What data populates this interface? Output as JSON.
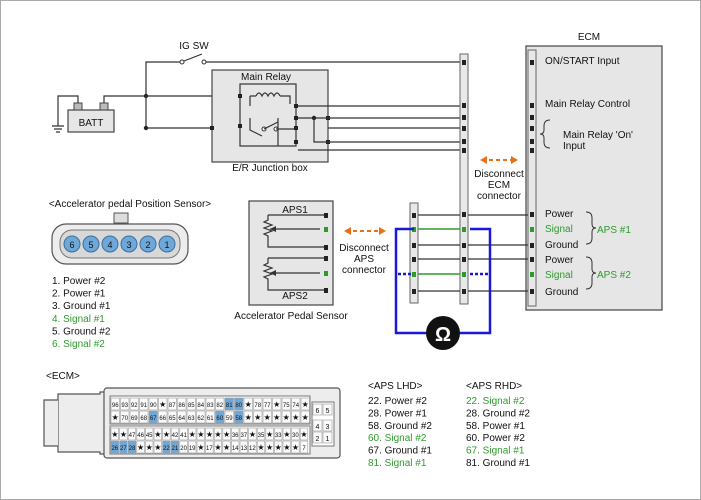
{
  "labels": {
    "ig_sw": "IG SW",
    "batt": "BATT",
    "main_relay": "Main Relay",
    "er_junction_box": "E/R Junction box",
    "ecm_title": "ECM",
    "ecm_on_start": "ON/START Input",
    "ecm_main_relay_control": "Main Relay Control",
    "ecm_main_relay_on_1": "Main Relay 'On'",
    "ecm_main_relay_on_2": "Input",
    "disconnect_ecm_1": "Disconnect",
    "disconnect_ecm_2": "ECM",
    "disconnect_ecm_3": "connector",
    "disconnect_aps_1": "Disconnect",
    "disconnect_aps_2": "APS",
    "disconnect_aps_3": "connector",
    "aps1": "APS1",
    "aps2": "APS2",
    "accelerator_pedal_sensor": "Accelerator Pedal Sensor",
    "aps_connector_title": "<Accelerator pedal Position Sensor>",
    "ecm_connector_title": "<ECM>",
    "aps_1_group": "APS #1",
    "aps_2_group": "APS #2",
    "ohm_symbol": "Ω"
  },
  "ecm_signals": [
    {
      "label": "Power",
      "color": "black"
    },
    {
      "label": "Signal",
      "color": "green"
    },
    {
      "label": "Ground",
      "color": "black"
    },
    {
      "label": "Power",
      "color": "black"
    },
    {
      "label": "Signal",
      "color": "green"
    },
    {
      "label": "Ground",
      "color": "black"
    }
  ],
  "aps_connector_pins": [
    "6",
    "5",
    "4",
    "3",
    "2",
    "1"
  ],
  "aps_pin_list": [
    {
      "text": "1. Power #2",
      "color": "black"
    },
    {
      "text": "2. Power #1",
      "color": "black"
    },
    {
      "text": "3. Ground #1",
      "color": "black"
    },
    {
      "text": "4. Signal #1",
      "color": "green"
    },
    {
      "text": "5. Ground #2",
      "color": "black"
    },
    {
      "text": "6. Signal #2",
      "color": "green"
    }
  ],
  "aps_lhd": {
    "title": "<APS LHD>",
    "items": [
      {
        "text": "22. Power #2",
        "color": "black"
      },
      {
        "text": "28. Power #1",
        "color": "black"
      },
      {
        "text": "58. Ground #2",
        "color": "black"
      },
      {
        "text": "60. Signal #2",
        "color": "green"
      },
      {
        "text": "67. Ground #1",
        "color": "black"
      },
      {
        "text": "81. Signal #1",
        "color": "green"
      }
    ]
  },
  "aps_rhd": {
    "title": "<APS RHD>",
    "items": [
      {
        "text": "22. Signal #2",
        "color": "green"
      },
      {
        "text": "28. Ground #2",
        "color": "black"
      },
      {
        "text": "58. Power #1",
        "color": "black"
      },
      {
        "text": "60. Power #2",
        "color": "black"
      },
      {
        "text": "67. Signal #1",
        "color": "green"
      },
      {
        "text": "81. Ground #1",
        "color": "black"
      }
    ]
  },
  "ecm_connector": {
    "row1": [
      "96",
      "93",
      "92",
      "91",
      "90",
      "★",
      "87",
      "86",
      "85",
      "84",
      "83",
      "82",
      "81",
      "80",
      "★",
      "78",
      "77",
      "★",
      "75",
      "74",
      "★"
    ],
    "row2": [
      "★",
      "70",
      "69",
      "68",
      "67",
      "66",
      "65",
      "64",
      "63",
      "62",
      "61",
      "60",
      "59",
      "58",
      "★",
      "★",
      "★",
      "★",
      "★",
      "★",
      "★"
    ],
    "row3": [
      "★",
      "★",
      "47",
      "46",
      "45",
      "★",
      "★",
      "42",
      "41",
      "★",
      "★",
      "★",
      "★",
      "★",
      "36",
      "37",
      "★",
      "35",
      "★",
      "33",
      "★",
      "30",
      "★"
    ],
    "row4": [
      "26",
      "27",
      "28",
      "★",
      "★",
      "★",
      "22",
      "21",
      "20",
      "19",
      "★",
      "17",
      "★",
      "★",
      "14",
      "13",
      "12",
      "★",
      "★",
      "★",
      "★",
      "★",
      "7"
    ],
    "side_top": [
      "6",
      "5"
    ],
    "side_bottom": [
      "4",
      "3",
      "2",
      "1"
    ]
  },
  "colors": {
    "green": "#2e9a2e",
    "orange": "#e8701a",
    "blue": "#1a1ad6",
    "pin_blue": "#6fa8d8"
  }
}
